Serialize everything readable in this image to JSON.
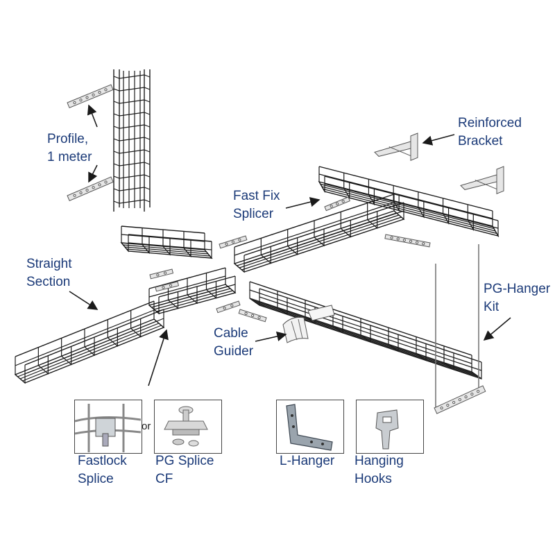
{
  "labels": {
    "profile": [
      "Profile,",
      "1 meter"
    ],
    "reinforced_bracket": [
      "Reinforced",
      "Bracket"
    ],
    "fast_fix_splicer": [
      "Fast Fix",
      "Splicer"
    ],
    "straight_section": [
      "Straight",
      "Section"
    ],
    "pg_hanger_kit": [
      "PG-Hanger",
      "Kit"
    ],
    "cable_guider": [
      "Cable",
      "Guider"
    ]
  },
  "accessories": [
    {
      "id": "fastlock-splice",
      "label": [
        "Fastlock",
        "Splice"
      ]
    },
    {
      "id": "pg-splice-cf",
      "label": [
        "PG Splice",
        "CF"
      ]
    },
    {
      "id": "l-hanger",
      "label": [
        "L-Hanger",
        ""
      ]
    },
    {
      "id": "hanging-hooks",
      "label": [
        "Hanging",
        "Hooks"
      ]
    }
  ],
  "separator": "or",
  "colors": {
    "label_text": "#1b3a78",
    "line_art": "#1a1a1a",
    "part_fill": "#e8e8e8"
  }
}
